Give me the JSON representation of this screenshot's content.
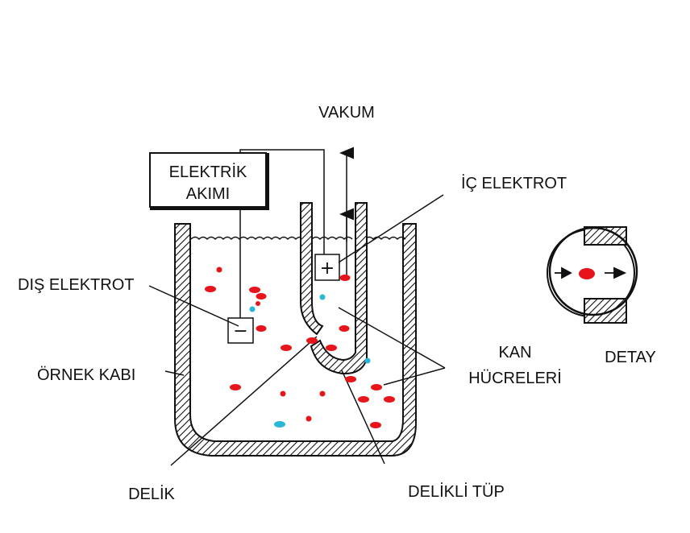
{
  "labels": {
    "vakum": "VAKUM",
    "elektrik_line1": "ELEKTRİK",
    "elektrik_line2": "AKIMI",
    "ic_elektrot": "İÇ ELEKTROT",
    "dis_elektrot": "DIŞ ELEKTROT",
    "kan_line1": "KAN",
    "kan_line2": "HÜCRELERİ",
    "detay": "DETAY",
    "ornek_kabi": "ÖRNEK KABI",
    "delik": "DELİK",
    "delikli_tup": "DELİKLİ TÜP"
  },
  "signs": {
    "positive": "+",
    "negative": "−"
  },
  "colors": {
    "red_cell": "#e8141c",
    "blue_cell": "#2ab7d6",
    "line": "#111111"
  }
}
